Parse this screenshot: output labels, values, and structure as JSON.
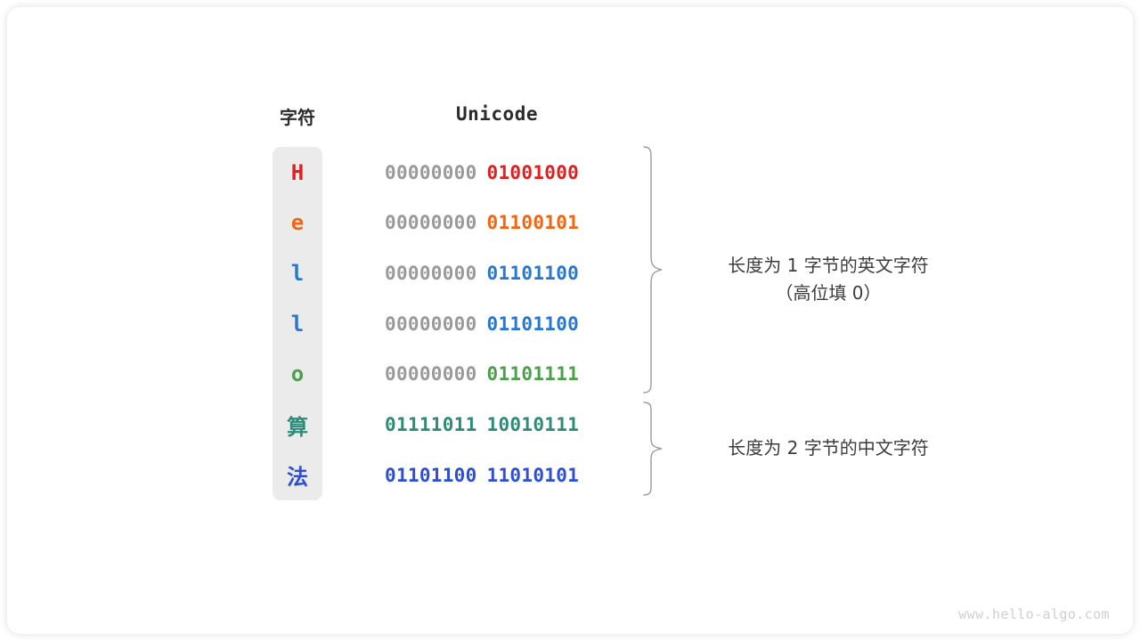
{
  "figure": {
    "headers": {
      "character": "字符",
      "unicode": "Unicode"
    },
    "rows": [
      {
        "char": "H",
        "char_color": "#e02020",
        "high_byte": "00000000",
        "low_byte": "01001000",
        "low_byte_color": "#e02020",
        "script": "latin"
      },
      {
        "char": "e",
        "char_color": "#f26511",
        "high_byte": "00000000",
        "low_byte": "01100101",
        "low_byte_color": "#f26511",
        "script": "latin"
      },
      {
        "char": "l",
        "char_color": "#2878d0",
        "high_byte": "00000000",
        "low_byte": "01101100",
        "low_byte_color": "#2878d0",
        "script": "latin"
      },
      {
        "char": "l",
        "char_color": "#2878d0",
        "high_byte": "00000000",
        "low_byte": "01101100",
        "low_byte_color": "#2878d0",
        "script": "latin"
      },
      {
        "char": "o",
        "char_color": "#4ca04c",
        "high_byte": "00000000",
        "low_byte": "01101111",
        "low_byte_color": "#4ca04c",
        "script": "latin"
      },
      {
        "char": "算",
        "char_color": "#2e8b77",
        "high_byte": "01111011",
        "low_byte": "10010111",
        "high_byte_color": "#2e8b77",
        "low_byte_color": "#2e8b77",
        "script": "han"
      },
      {
        "char": "法",
        "char_color": "#2f4fd0",
        "high_byte": "01101100",
        "low_byte": "11010101",
        "high_byte_color": "#2f4fd0",
        "low_byte_color": "#2f4fd0",
        "script": "han"
      }
    ],
    "annotations": [
      {
        "line1": "长度为 1 字节的英文字符",
        "line2": "（高位填 0）"
      },
      {
        "line1": "长度为 2 字节的中文字符",
        "line2": ""
      }
    ],
    "watermark": "www.hello-algo.com",
    "colors": {
      "column_background": "#ebebeb",
      "high_byte_gray": "#9a9a9a",
      "brace_stroke": "#9a9a9a",
      "annotation_text": "#3c3c3c",
      "header_text": "#2b2b2b",
      "watermark_text": "#cfcfcf",
      "card_background": "#ffffff"
    }
  }
}
